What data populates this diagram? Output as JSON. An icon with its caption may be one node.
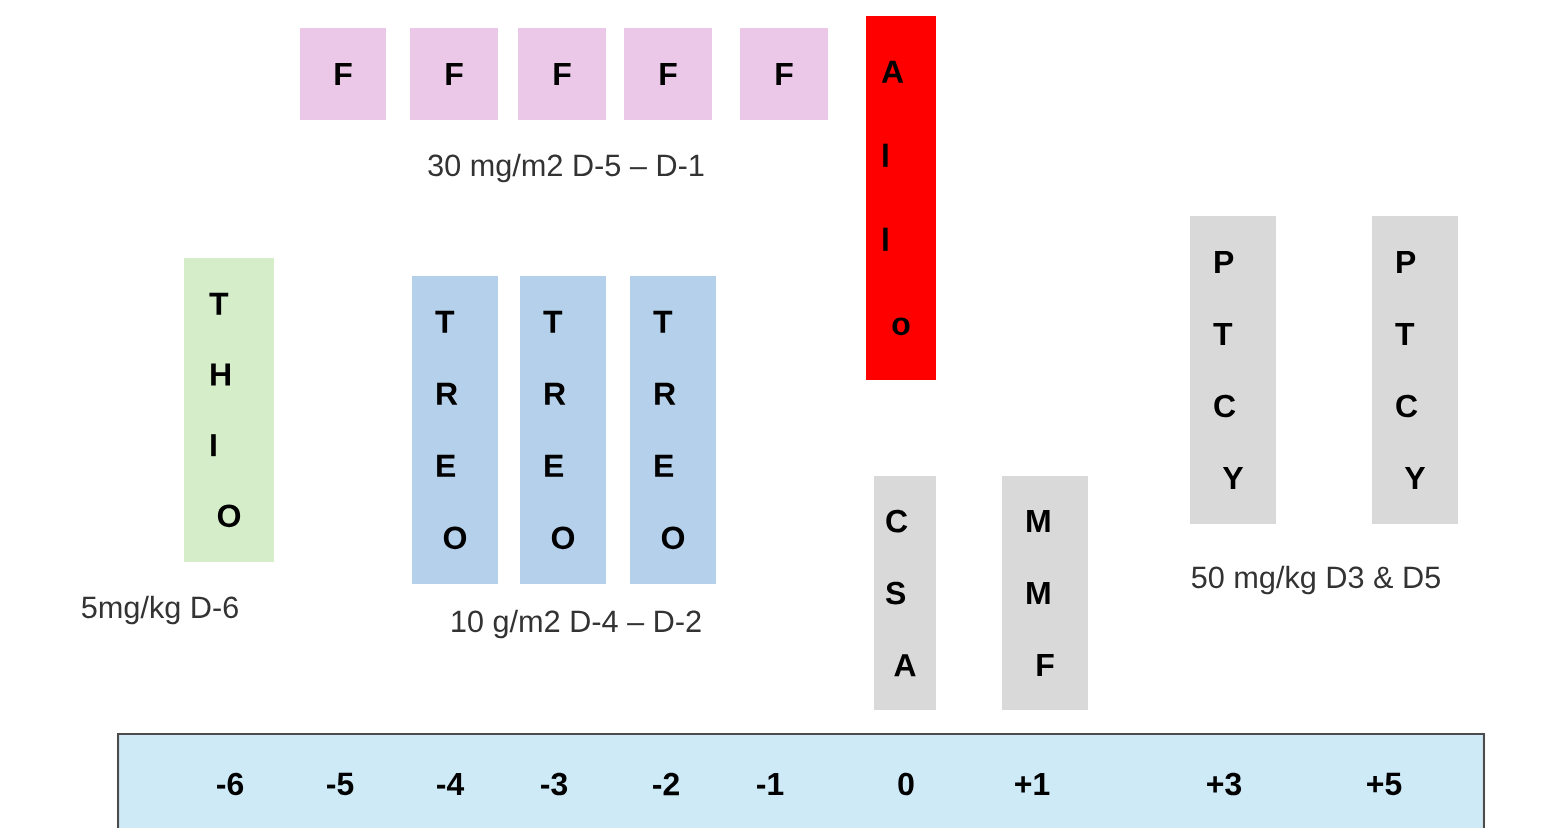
{
  "diagram": {
    "nodes": [
      {
        "text": [
          "F"
        ]
      },
      {
        "text": [
          "F"
        ]
      },
      {
        "text": [
          "F"
        ]
      },
      {
        "text": [
          "F"
        ]
      },
      {
        "text": [
          "F"
        ]
      },
      {
        "text": [
          "Allo"
        ]
      },
      {
        "text": [
          "THIO"
        ],
        "beside": [
          "5mg/kg D-6"
        ]
      },
      {
        "text": [
          "TREO"
        ]
      },
      {
        "text": [
          "TREO"
        ]
      },
      {
        "text": [
          "TREO"
        ]
      },
      {
        "text": [
          "CSA"
        ]
      },
      {
        "text": [
          "MMF"
        ]
      },
      {
        "text": [
          "PTCY"
        ]
      },
      {
        "text": [
          "PTCY"
        ]
      },
      {
        "text": [
          "-6",
          "-5",
          "-4",
          "-3",
          "-2",
          "-1",
          "0",
          "+1",
          "+3",
          "+5"
        ]
      }
    ],
    "labels": [
      "30 mg/m2 D-5 – D-1",
      "10 g/m2 D-4 – D-2",
      "50 mg/kg D3 & D5"
    ]
  }
}
